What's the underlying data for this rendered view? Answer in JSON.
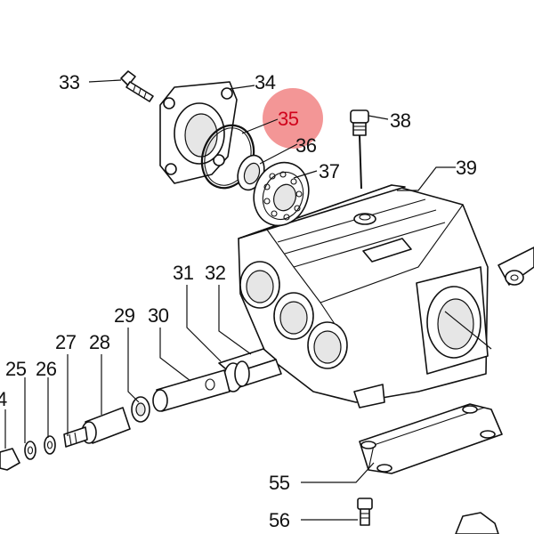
{
  "diagram": {
    "highlight": {
      "part": "35",
      "color": "#f28b8b",
      "label_color": "#d0021b"
    },
    "callouts": [
      "33",
      "34",
      "35",
      "36",
      "37",
      "38",
      "39",
      "31",
      "32",
      "29",
      "30",
      "27",
      "28",
      "25",
      "26",
      "4",
      "55",
      "56"
    ]
  }
}
